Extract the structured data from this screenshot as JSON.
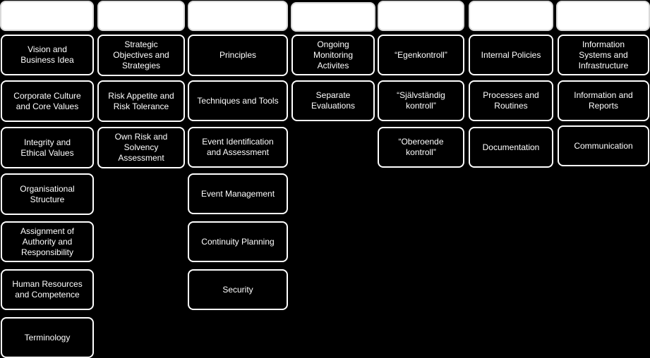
{
  "background": "#000000",
  "header_color": "#ffffff",
  "box_border_color": "#ffffff",
  "columns": [
    {
      "header": "",
      "items": [
        "Vision and\nBusiness Idea",
        "Corporate Culture\nand Core Values",
        "Integrity and\nEthical Values",
        "Organisational\nStructure",
        "Assignment of\nAuthority and\nResponsibility",
        "Human Resources\nand Competence",
        "Terminology"
      ]
    },
    {
      "header": "",
      "items": [
        "Strategic\nObjectives and\nStrategies",
        "Risk Appetite and\nRisk Tolerance",
        "Own Risk and\nSolvency\nAssessment"
      ]
    },
    {
      "header": "",
      "items": [
        "Principles",
        "Techniques and Tools",
        "Event Identification\nand Assessment",
        "Event Management",
        "Continuity Planning",
        "Security"
      ]
    },
    {
      "header": "",
      "items": [
        "Ongoing\nMonitoring\nActivites",
        "Separate\nEvaluations"
      ]
    },
    {
      "header": "",
      "items": [
        "“Egenkontroll”",
        "“Självständig\nkontroll”",
        "“Oberoende\nkontroll”"
      ]
    },
    {
      "header": "",
      "items": [
        "Internal Policies",
        "Processes and\nRoutines",
        "Documentation"
      ]
    },
    {
      "header": "",
      "items": [
        "Information\nSystems and\nInfrastructure",
        "Information and\nReports",
        "Communication"
      ]
    }
  ]
}
